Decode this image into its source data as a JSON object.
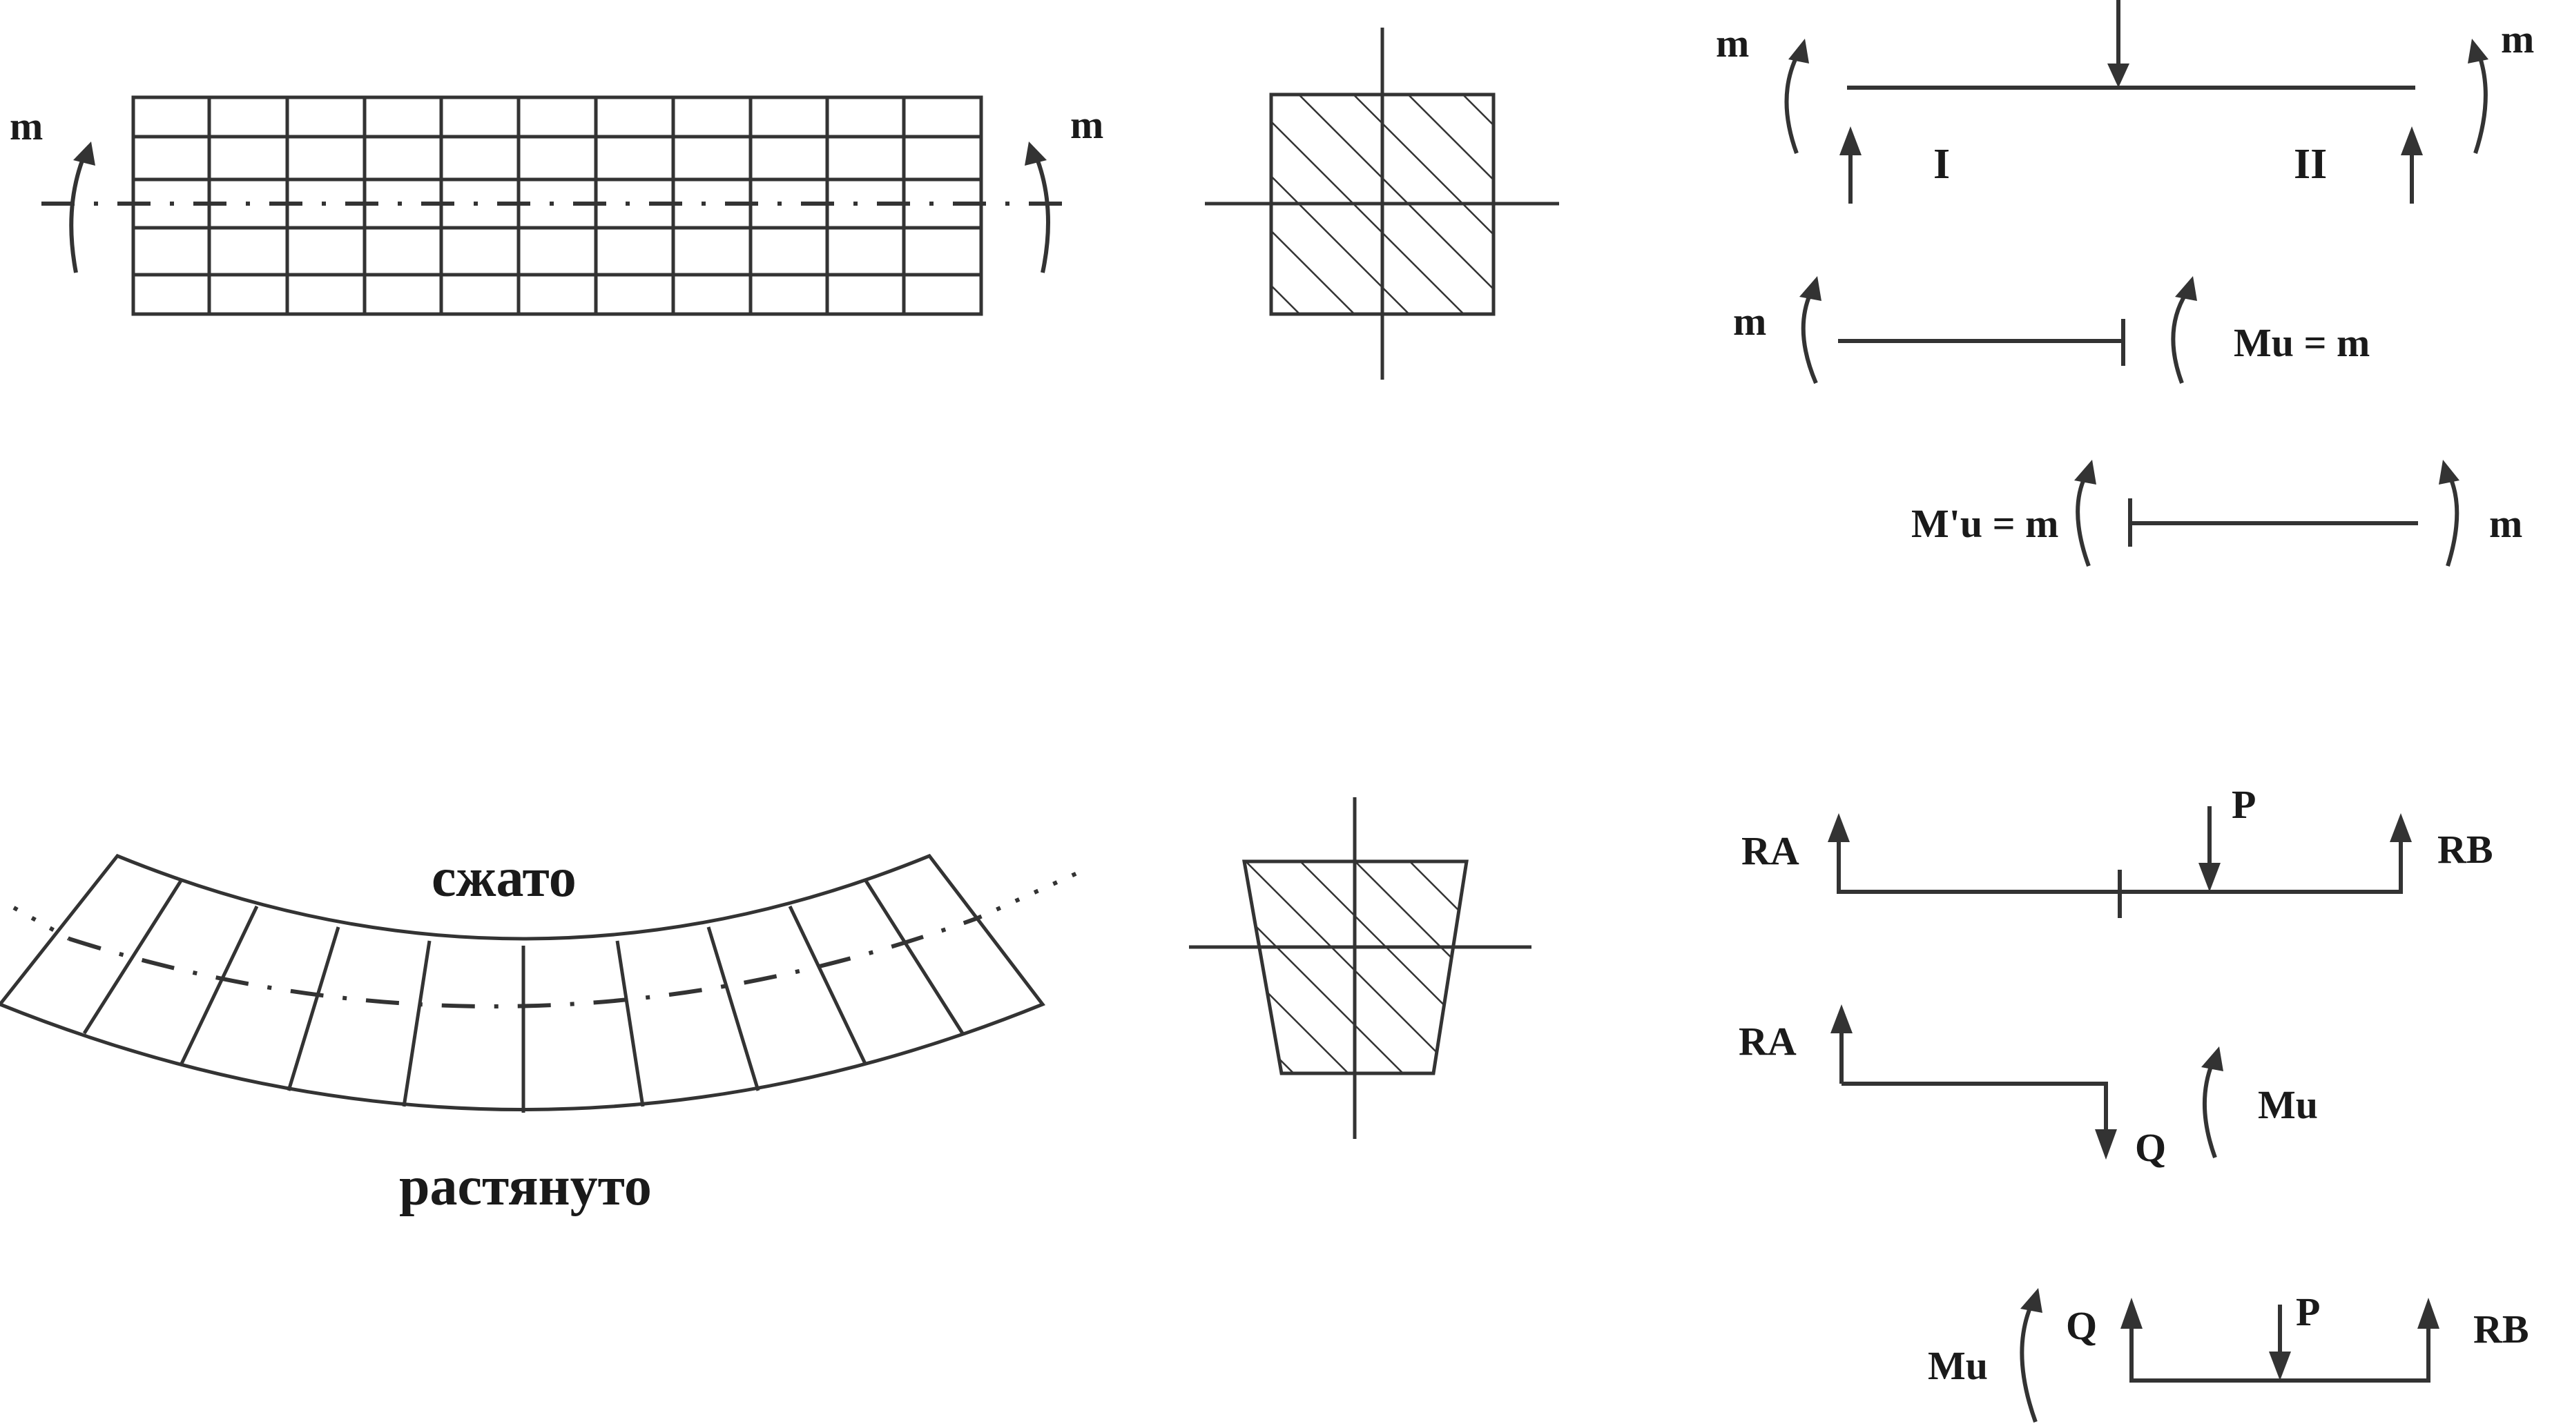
{
  "labels": {
    "beam_left_m": "m",
    "beam_right_m": "m",
    "compressed": "сжато",
    "stretched": "растянуто",
    "rt_m_left": "m",
    "rt_m_right": "m",
    "rt_I": "I",
    "rt_II": "II",
    "rm1_m": "m",
    "rm1_Mu": "Mu = m",
    "rm2_Mu": "M'u = m",
    "rm2_m": "m",
    "rb1_RA": "RA",
    "rb1_P": "P",
    "rb1_RB": "RB",
    "rb2_RA": "RA",
    "rb2_Mu": "Mu",
    "rb2_Q": "Q",
    "rb3_Mu": "Mu",
    "rb3_Q": "Q",
    "rb3_P": "P",
    "rb3_RB": "RB"
  }
}
